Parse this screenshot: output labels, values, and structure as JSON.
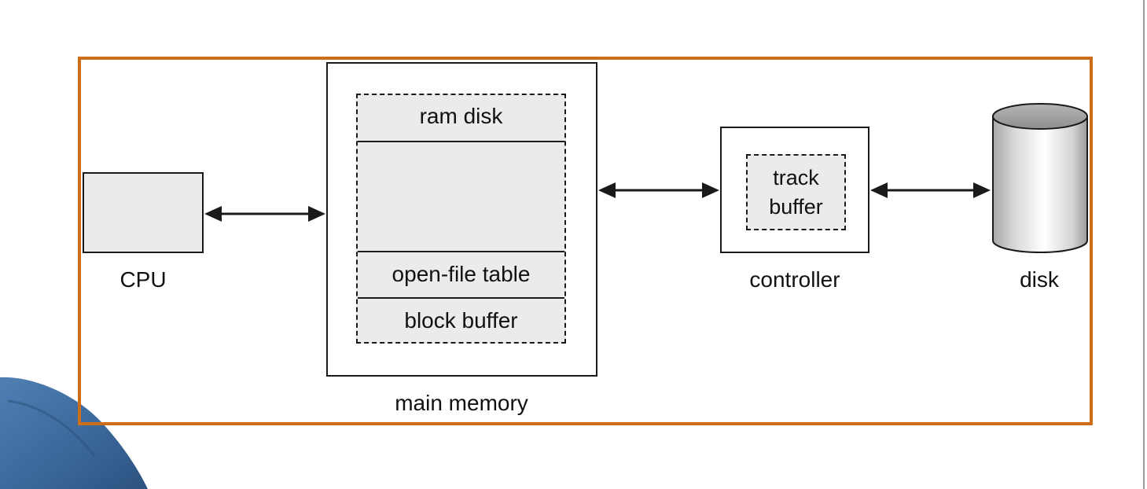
{
  "diagram": {
    "nodes": {
      "cpu": {
        "label": "CPU"
      },
      "main_memory": {
        "label": "main memory",
        "regions": [
          "ram disk",
          "",
          "open-file table",
          "block buffer"
        ]
      },
      "controller": {
        "label": "controller",
        "inner_label_line1": "track",
        "inner_label_line2": "buffer"
      },
      "disk": {
        "label": "disk"
      }
    },
    "edges": [
      {
        "from": "cpu",
        "to": "main_memory",
        "direction": "bidirectional"
      },
      {
        "from": "main_memory",
        "to": "controller",
        "direction": "bidirectional"
      },
      {
        "from": "controller",
        "to": "disk",
        "direction": "bidirectional"
      }
    ],
    "colors": {
      "frame": "#cc6d1a",
      "box_fill": "#ebebeb",
      "stroke": "#1a1a1a",
      "presenter_shirt": "#3f6d9f"
    }
  }
}
